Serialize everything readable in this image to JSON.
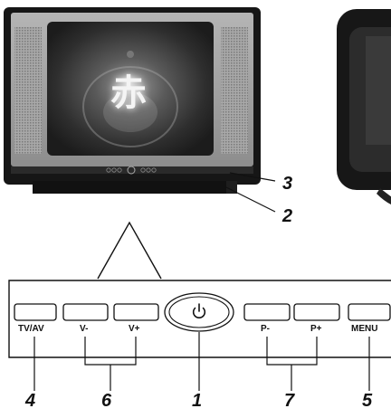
{
  "screen": {
    "glyph": "赤"
  },
  "panel": {
    "buttons": [
      {
        "id": "tv-av",
        "label": "TV/AV"
      },
      {
        "id": "v-minus",
        "label": "V-"
      },
      {
        "id": "v-plus",
        "label": "V+"
      },
      {
        "id": "p-minus",
        "label": "P-"
      },
      {
        "id": "p-plus",
        "label": "P+"
      },
      {
        "id": "menu",
        "label": "MENU"
      }
    ],
    "power_symbol": "power-icon"
  },
  "callouts": {
    "c1": "1",
    "c2": "2",
    "c3": "3",
    "c4": "4",
    "c5": "5",
    "c6": "6",
    "c7": "7"
  },
  "colors": {
    "tv_body": "#1a1a1a",
    "bezel": "#9a9a9a",
    "screen": "#2b2b2b",
    "line": "#111111"
  }
}
